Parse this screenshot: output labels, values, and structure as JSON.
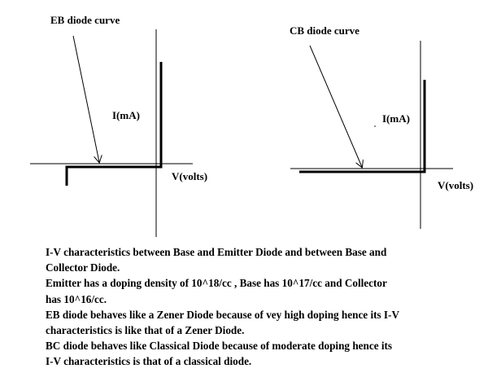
{
  "diagram": {
    "eb_panel": {
      "title": "EB diode curve",
      "y_axis_label": "I(mA)",
      "x_axis_label": "V(volts)"
    },
    "cb_panel": {
      "title": "CB diode curve",
      "y_axis_label": "I(mA)",
      "x_axis_label": "V(volts)"
    }
  },
  "caption": {
    "lines": [
      "I-V characteristics between Base and Emitter Diode and between Base and",
      "Collector Diode.",
      "Emitter has a doping density of 10^18/cc , Base has 10^17/cc and Collector",
      "has 10^16/cc.",
      "EB diode behaves like a Zener Diode because of vey high doping hence its I-V",
      "characteristics is like that of  a Zener Diode.",
      "BC diode behaves like Classical Diode because of moderate doping hence its",
      "I-V characteristics is that of a classical diode."
    ]
  }
}
